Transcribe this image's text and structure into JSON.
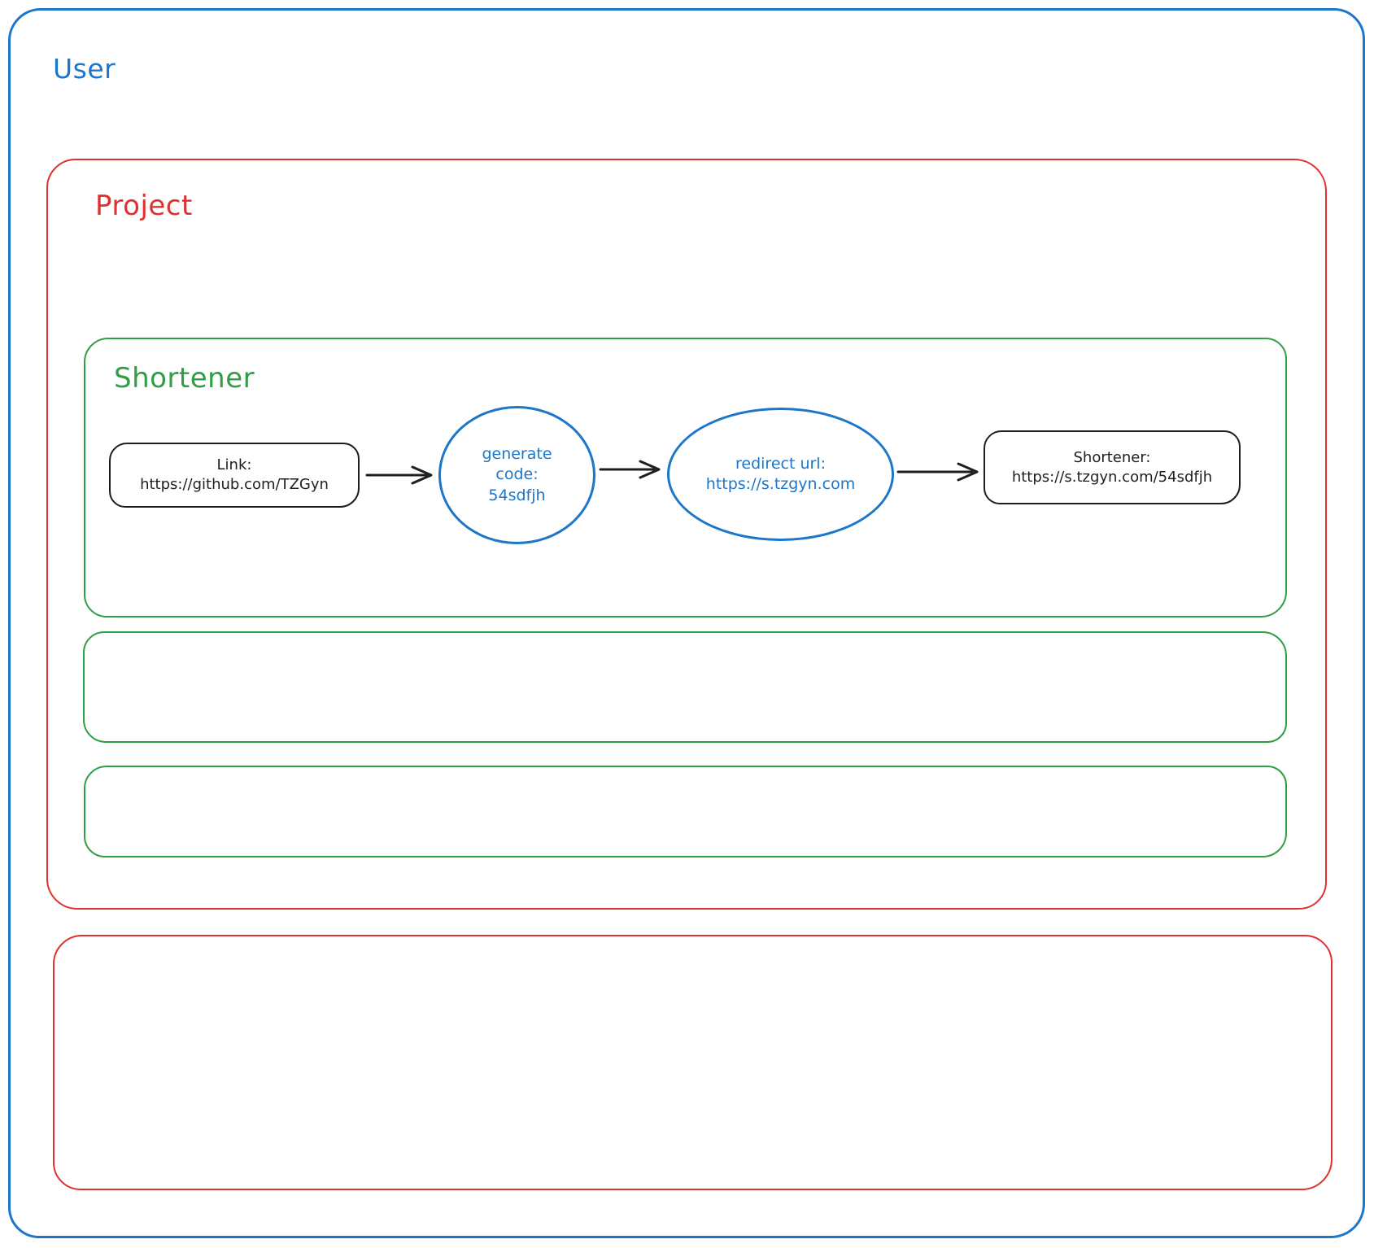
{
  "colors": {
    "blue": "#1c76c9",
    "red": "#e03131",
    "green": "#2f9e44",
    "ink": "#1e1e1e"
  },
  "user_frame": {
    "label": "User"
  },
  "project_frame": {
    "label": "Project"
  },
  "shortener_frame": {
    "label": "Shortener"
  },
  "flow": {
    "link_node": {
      "title": "Link:",
      "url": "https://github.com/TZGyn"
    },
    "generate_node": {
      "line1": "generate",
      "line2": "code:",
      "line3": "54sdfjh"
    },
    "redirect_node": {
      "title": "redirect url:",
      "url": "https://s.tzgyn.com"
    },
    "result_node": {
      "title": "Shortener:",
      "url": "https://s.tzgyn.com/54sdfjh"
    }
  }
}
